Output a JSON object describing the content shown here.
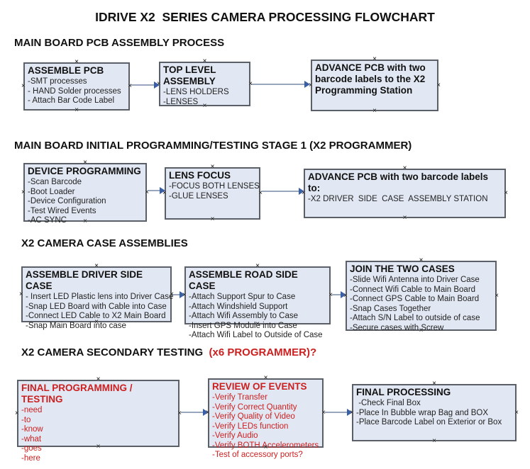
{
  "title": "IDRIVE X2  SERIES CAMERA PROCESSING FLOWCHART",
  "icons": {
    "connection_handle": "×",
    "arrow_head": "right-triangle"
  },
  "colors": {
    "box_fill": "#e2e8f3",
    "box_border": "#5b6068",
    "arrow_line": "#97a6bd",
    "arrow_head": "#3a5fa9",
    "alert_red": "#cc1f1f",
    "text_black": "#111111"
  },
  "sections": [
    {
      "heading": "MAIN BOARD PCB ASSEMBLY PROCESS",
      "boxes": [
        {
          "title": "ASSEMBLE PCB",
          "items": [
            "-SMT processes",
            "- HAND Solder processes",
            "- Attach Bar Code Label"
          ]
        },
        {
          "title": "TOP LEVEL ASSEMBLY",
          "items": [
            "-LENS HOLDERS",
            "-LENSES"
          ]
        },
        {
          "title": "ADVANCE PCB with two barcode labels to the X2 Programming Station",
          "items": []
        }
      ]
    },
    {
      "heading": "MAIN BOARD INITIAL PROGRAMMING/TESTING STAGE 1 (X2 PROGRAMMER)",
      "boxes": [
        {
          "title": "DEVICE PROGRAMMING",
          "items": [
            "-Scan Barcode",
            "-Boot Loader",
            "-Device Configuration",
            "-Test Wired Events",
            "-AC SYNC"
          ]
        },
        {
          "title": "LENS FOCUS",
          "items": [
            "-FOCUS BOTH LENSES",
            "-GLUE LENSES"
          ]
        },
        {
          "title": "ADVANCE PCB with two barcode labels to:",
          "items": [
            "-X2 DRIVER  SIDE  CASE  ASSEMBLY STATION"
          ]
        }
      ]
    },
    {
      "heading": "X2 CAMERA CASE ASSEMBLIES",
      "boxes": [
        {
          "title": "ASSEMBLE DRIVER SIDE CASE",
          "items": [
            "- Insert LED Plastic lens into Driver Case",
            "-Snap LED Board with Cable into Case",
            "-Connect LED Cable to X2 Main Board",
            "-Snap Main Board into case"
          ]
        },
        {
          "title": "ASSEMBLE ROAD SIDE CASE",
          "items": [
            "-Attach Support Spur to Case",
            "-Attach Windshield Support",
            "-Attach Wifi Assembly to Case",
            "-Insert GPS Module into Case",
            "-Attach Wifi Label to Outside of Case"
          ]
        },
        {
          "title": "JOIN THE TWO CASES",
          "items": [
            "-Slide Wifi Antenna into Driver Case",
            "-Connect Wifi Cable to Main Board",
            "-Connect GPS Cable to Main Board",
            "-Snap Cases Together",
            "-Attach S/N Label to outside of case",
            "-Secure cases with Screw"
          ]
        }
      ]
    },
    {
      "heading": "X2 CAMERA SECONDARY TESTING  ",
      "heading_red": "(x6 PROGRAMMER)?",
      "boxes": [
        {
          "title": "FINAL PROGRAMMING / TESTING",
          "items": [
            "-need",
            "-to",
            "-know",
            "-what",
            "-goes",
            "-here"
          ]
        },
        {
          "title": "REVIEW OF EVENTS",
          "items": [
            "-Verify Transfer",
            "-Verify Correct Quantity",
            "-Verify Quality of Video",
            "-Verify LEDs function",
            "-Verify Audio",
            "-Verify BOTH Accelerometers",
            "-Test of accessory ports?"
          ]
        },
        {
          "title": "FINAL PROCESSING",
          "items": [
            " -Check Final Box",
            "-Place In Bubble wrap Bag and BOX",
            "-Place Barcode Label on Exterior or Box"
          ]
        }
      ]
    }
  ]
}
